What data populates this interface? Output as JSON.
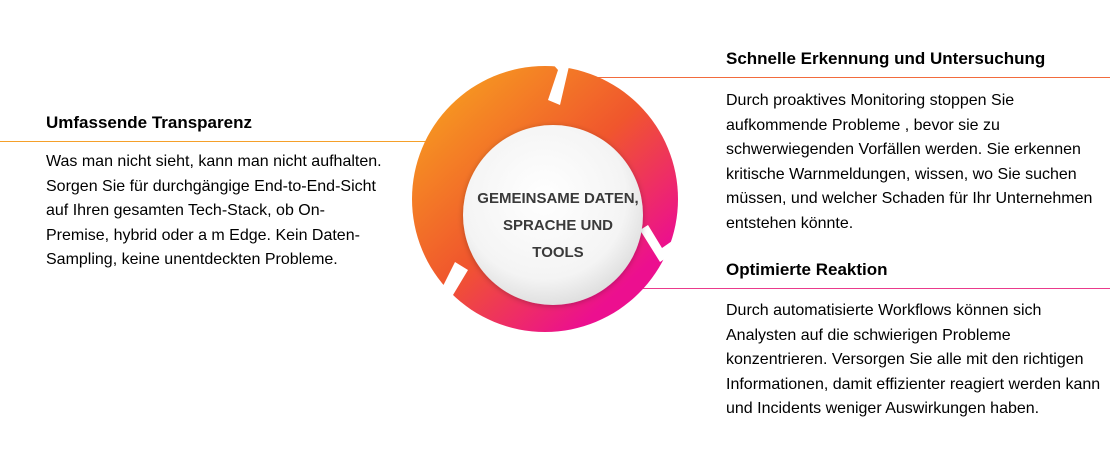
{
  "colors": {
    "orange_line": "#f5a02a",
    "red_orange_line": "#f26b3d",
    "pink_line": "#ea3a8c",
    "gradient_orange": "#f7a11f",
    "gradient_red": "#f0562d",
    "gradient_pink": "#ec0f8f",
    "center_text": "#3a3a3a"
  },
  "center": {
    "label_line1": "GEMEINSAME DATEN,",
    "label_line2": "SPRACHE UND",
    "label_line3": "TOOLS"
  },
  "left": {
    "title": "Umfassende Transparenz",
    "body": "Was man nicht sieht, kann man nicht aufhalten. Sorgen Sie für durchgängige End-to-End-Sicht auf Ihren gesamten Tech-Stack, ob On-Premise, hybrid oder a m Edge. Kein Daten-Sampling, keine unentdeckten Probleme."
  },
  "top_right": {
    "title": "Schnelle Erkennung und Untersuchung",
    "body": "Durch proaktives Monitoring stoppen Sie aufkommende Probleme , bevor sie zu schwerwiegenden Vorfällen werden. Sie erkennen kritische Warnmeldungen, wissen, wo Sie suchen müssen, und welcher Schaden für Ihr Unternehmen entstehen könnte."
  },
  "bottom_right": {
    "title": "Optimierte Reaktion",
    "body": "Durch automatisierte Workflows können sich Analysten auf die schwierigen Probleme konzentrieren. Versorgen Sie alle mit den richtigen Informationen, damit effizienter reagiert werden kann und Incidents weniger Auswirkungen haben."
  }
}
